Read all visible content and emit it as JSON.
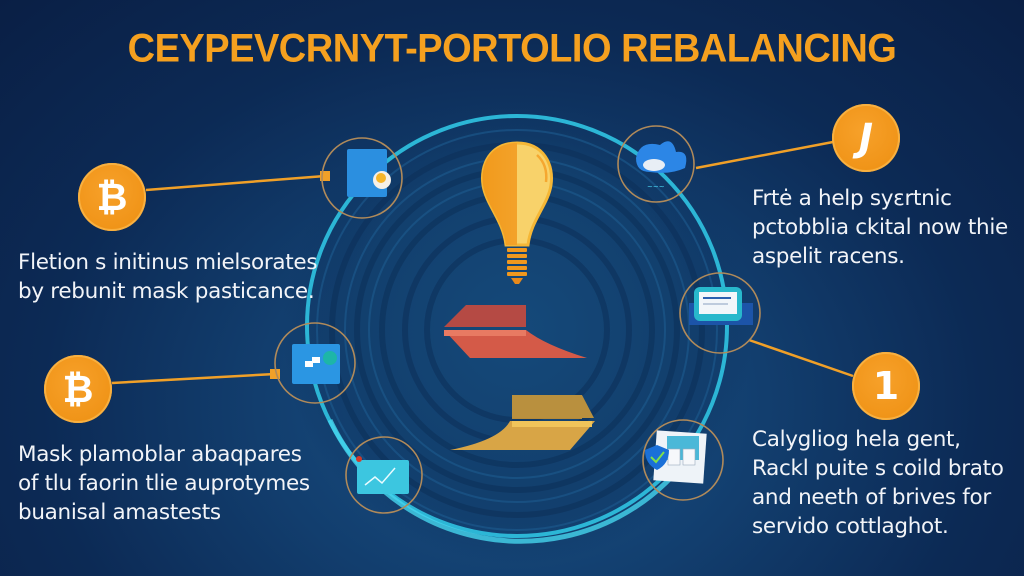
{
  "title": "CEYPEVCRNYT-PORTOLIO REBALANCING",
  "colors": {
    "background_top": "#0a1f45",
    "background_center": "#1a5286",
    "accent_orange": "#f5a01f",
    "ring_cyan": "#2cb6d6",
    "text_white": "#f2f4f8"
  },
  "left_items": [
    {
      "icon": "bitcoin-coin-icon",
      "glyph": "₿",
      "node_icon": "blue-card-document-icon",
      "text_lines": [
        "Fletion s initinus mielsorates",
        "by rebunit mask pasticance."
      ]
    },
    {
      "icon": "bitcoin-coin-icon",
      "glyph": "₿",
      "node_icon": "blue-card-link-icon",
      "text_lines": [
        "Mask plamoblar abaqpares",
        "of tlu faorin tlie auprotymes",
        "buanisal amastests"
      ]
    }
  ],
  "right_items": [
    {
      "icon": "orange-coin-j-icon",
      "glyph": "J",
      "node_icon": "whale-cloud-icon",
      "text_lines": [
        "Frtė a help syεrtnic",
        "pctobblia ckital now thie",
        "aspelit racens."
      ]
    },
    {
      "icon": "orange-coin-1-icon",
      "glyph": "1",
      "node_icon": "monitor-icon",
      "text_lines": [
        "Calygliog hela gent,",
        "Rackl puite s coild brato",
        "and neeth of brives for",
        "servido cottlaghot."
      ]
    }
  ],
  "center": {
    "icon": "lightbulb-icon",
    "shapes": [
      "red-chart-shape",
      "gold-chart-shape"
    ]
  },
  "other_nodes": [
    "cyan-card-chart-icon",
    "shield-documents-icon"
  ]
}
